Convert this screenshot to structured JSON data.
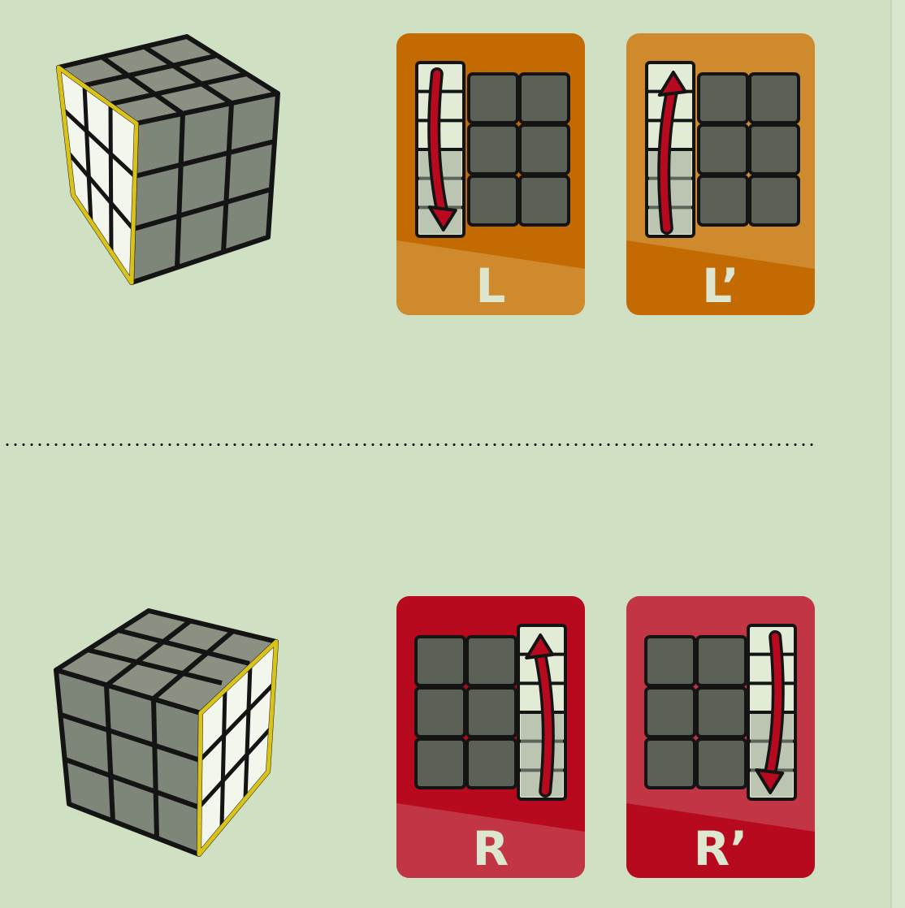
{
  "moves": [
    {
      "id": "L",
      "label": "L",
      "face": "left",
      "direction": "down",
      "card_color": "#c36a03",
      "band_color": "#cf8a2e",
      "band": "bottom"
    },
    {
      "id": "Lp",
      "label": "L’",
      "face": "left",
      "direction": "up",
      "card_color": "#cf8a2e",
      "band_color": "#c36a03",
      "band": "bottom"
    },
    {
      "id": "R",
      "label": "R",
      "face": "right",
      "direction": "up",
      "card_color": "#b80a1e",
      "band_color": "#c13544",
      "band": "bottom"
    },
    {
      "id": "Rp",
      "label": "R’",
      "face": "right",
      "direction": "down",
      "card_color": "#c13544",
      "band_color": "#b80a1e",
      "band": "bottom"
    }
  ],
  "colors": {
    "background": "#cfe0c3",
    "highlight_outline": "#d9c21a",
    "arrow": "#b80a1e",
    "dark_sticker": "#5b6157",
    "light_sticker": "#e2ebd6",
    "cube_top": "#8a9182",
    "cube_side": "#6b7066"
  },
  "icons": [
    "cube-left-face-highlighted-icon",
    "cube-right-face-highlighted-icon",
    "curved-arrow-icon"
  ]
}
